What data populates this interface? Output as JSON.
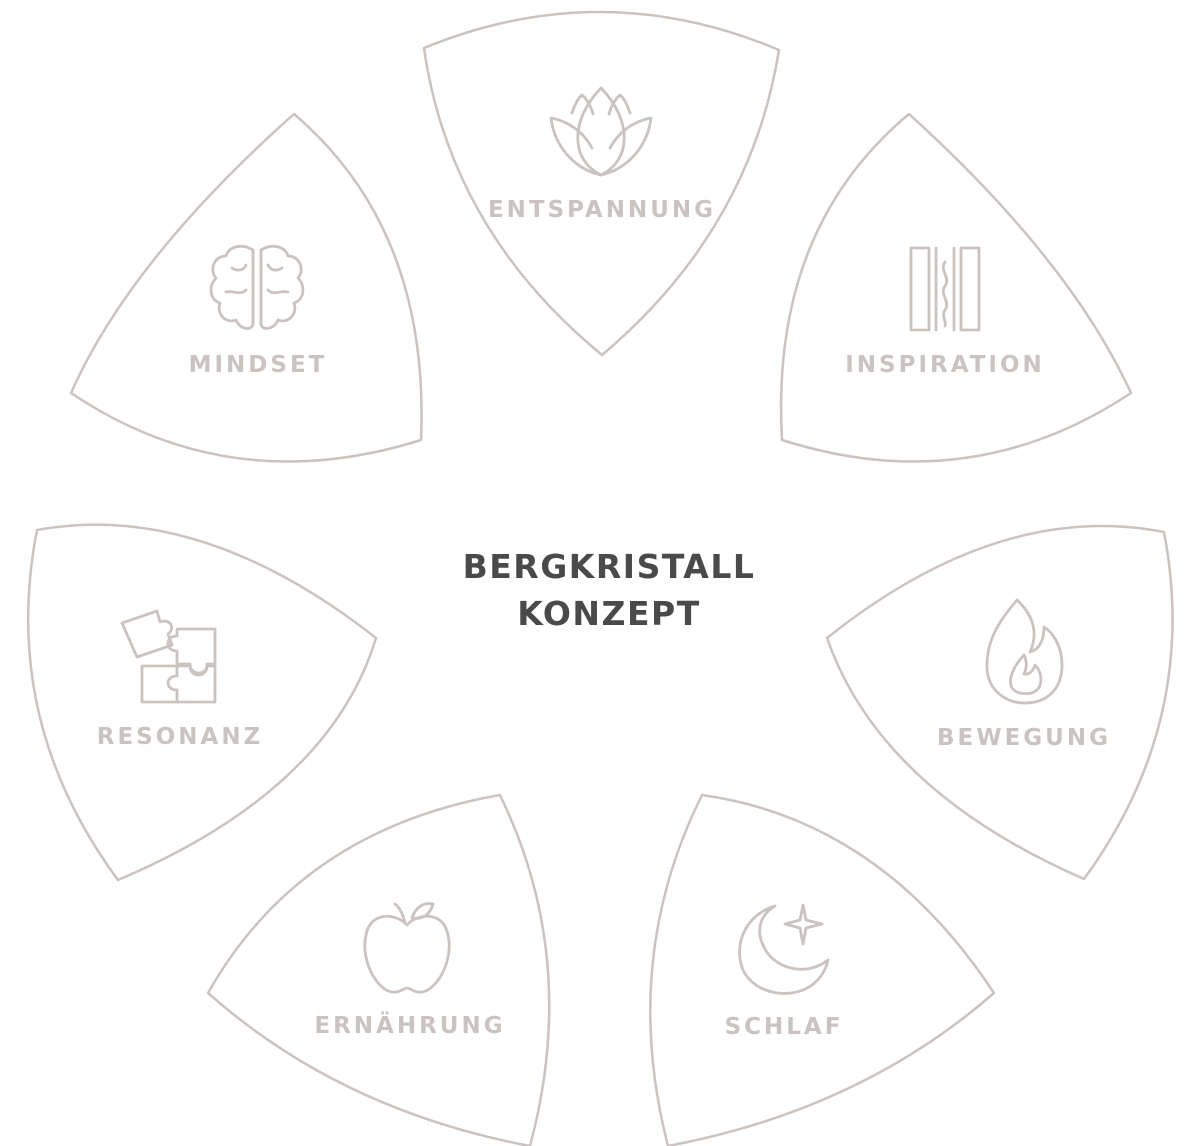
{
  "center": {
    "line1": "BERGKRISTALL",
    "line2": "KONZEPT"
  },
  "petals": [
    {
      "id": "entspannung",
      "label": "ENTSPANNUNG",
      "icon": "lotus-icon"
    },
    {
      "id": "inspiration",
      "label": "INSPIRATION",
      "icon": "pillars-icon"
    },
    {
      "id": "bewegung",
      "label": "BEWEGUNG",
      "icon": "flame-icon"
    },
    {
      "id": "schlaf",
      "label": "SCHLAF",
      "icon": "moon-star-icon"
    },
    {
      "id": "ernaehrung",
      "label": "ERNÄHRUNG",
      "icon": "apple-icon"
    },
    {
      "id": "resonanz",
      "label": "RESONANZ",
      "icon": "puzzle-icon"
    },
    {
      "id": "mindset",
      "label": "MINDSET",
      "icon": "brain-icon"
    }
  ],
  "colors": {
    "outline": "#cbc3bf",
    "center_text": "#4a4a4a",
    "background": "#ffffff"
  }
}
